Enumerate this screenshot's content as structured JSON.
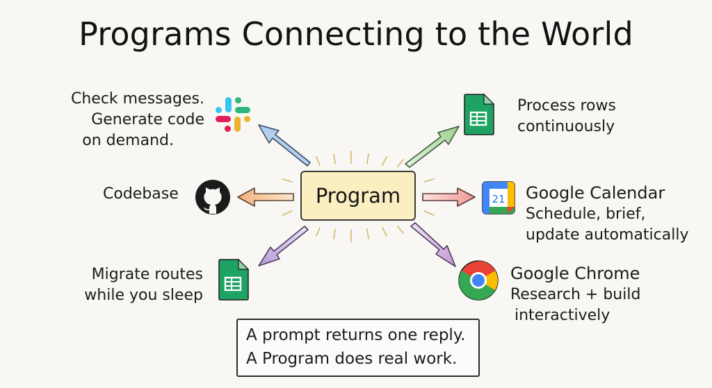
{
  "title": "Programs Connecting to the World",
  "center": {
    "label": "Program"
  },
  "connections": [
    {
      "id": "slack",
      "icon": "slack-icon",
      "lines": [
        "Check messages.",
        "Generate code",
        "on demand."
      ],
      "arrow_color": "#8ab4e4"
    },
    {
      "id": "github",
      "icon": "github-icon",
      "lines": [
        "Codebase"
      ],
      "arrow_color": "#f2b27c"
    },
    {
      "id": "sheets-left",
      "icon": "google-sheets-icon",
      "lines": [
        "Migrate routes",
        "while you sleep"
      ],
      "arrow_color": "#b89ad8"
    },
    {
      "id": "sheets-right",
      "icon": "google-sheets-icon",
      "lines": [
        "Process rows",
        "continuously"
      ],
      "arrow_color": "#9ed08f"
    },
    {
      "id": "calendar",
      "icon": "google-calendar-icon",
      "title": "Google Calendar",
      "lines": [
        "Schedule, brief,",
        "update automatically"
      ],
      "calendar_day": "21",
      "arrow_color": "#ee9a94"
    },
    {
      "id": "chrome",
      "icon": "google-chrome-icon",
      "title": "Google Chrome",
      "lines": [
        "Research + build",
        "interactively"
      ],
      "arrow_color": "#c79ad6"
    }
  ],
  "note": {
    "lines": [
      "A prompt returns one reply.",
      "A Program does real work."
    ]
  },
  "colors": {
    "program_fill": "#fbeec0",
    "sheets_green": "#1ea362",
    "background": "#f8f7f4"
  }
}
